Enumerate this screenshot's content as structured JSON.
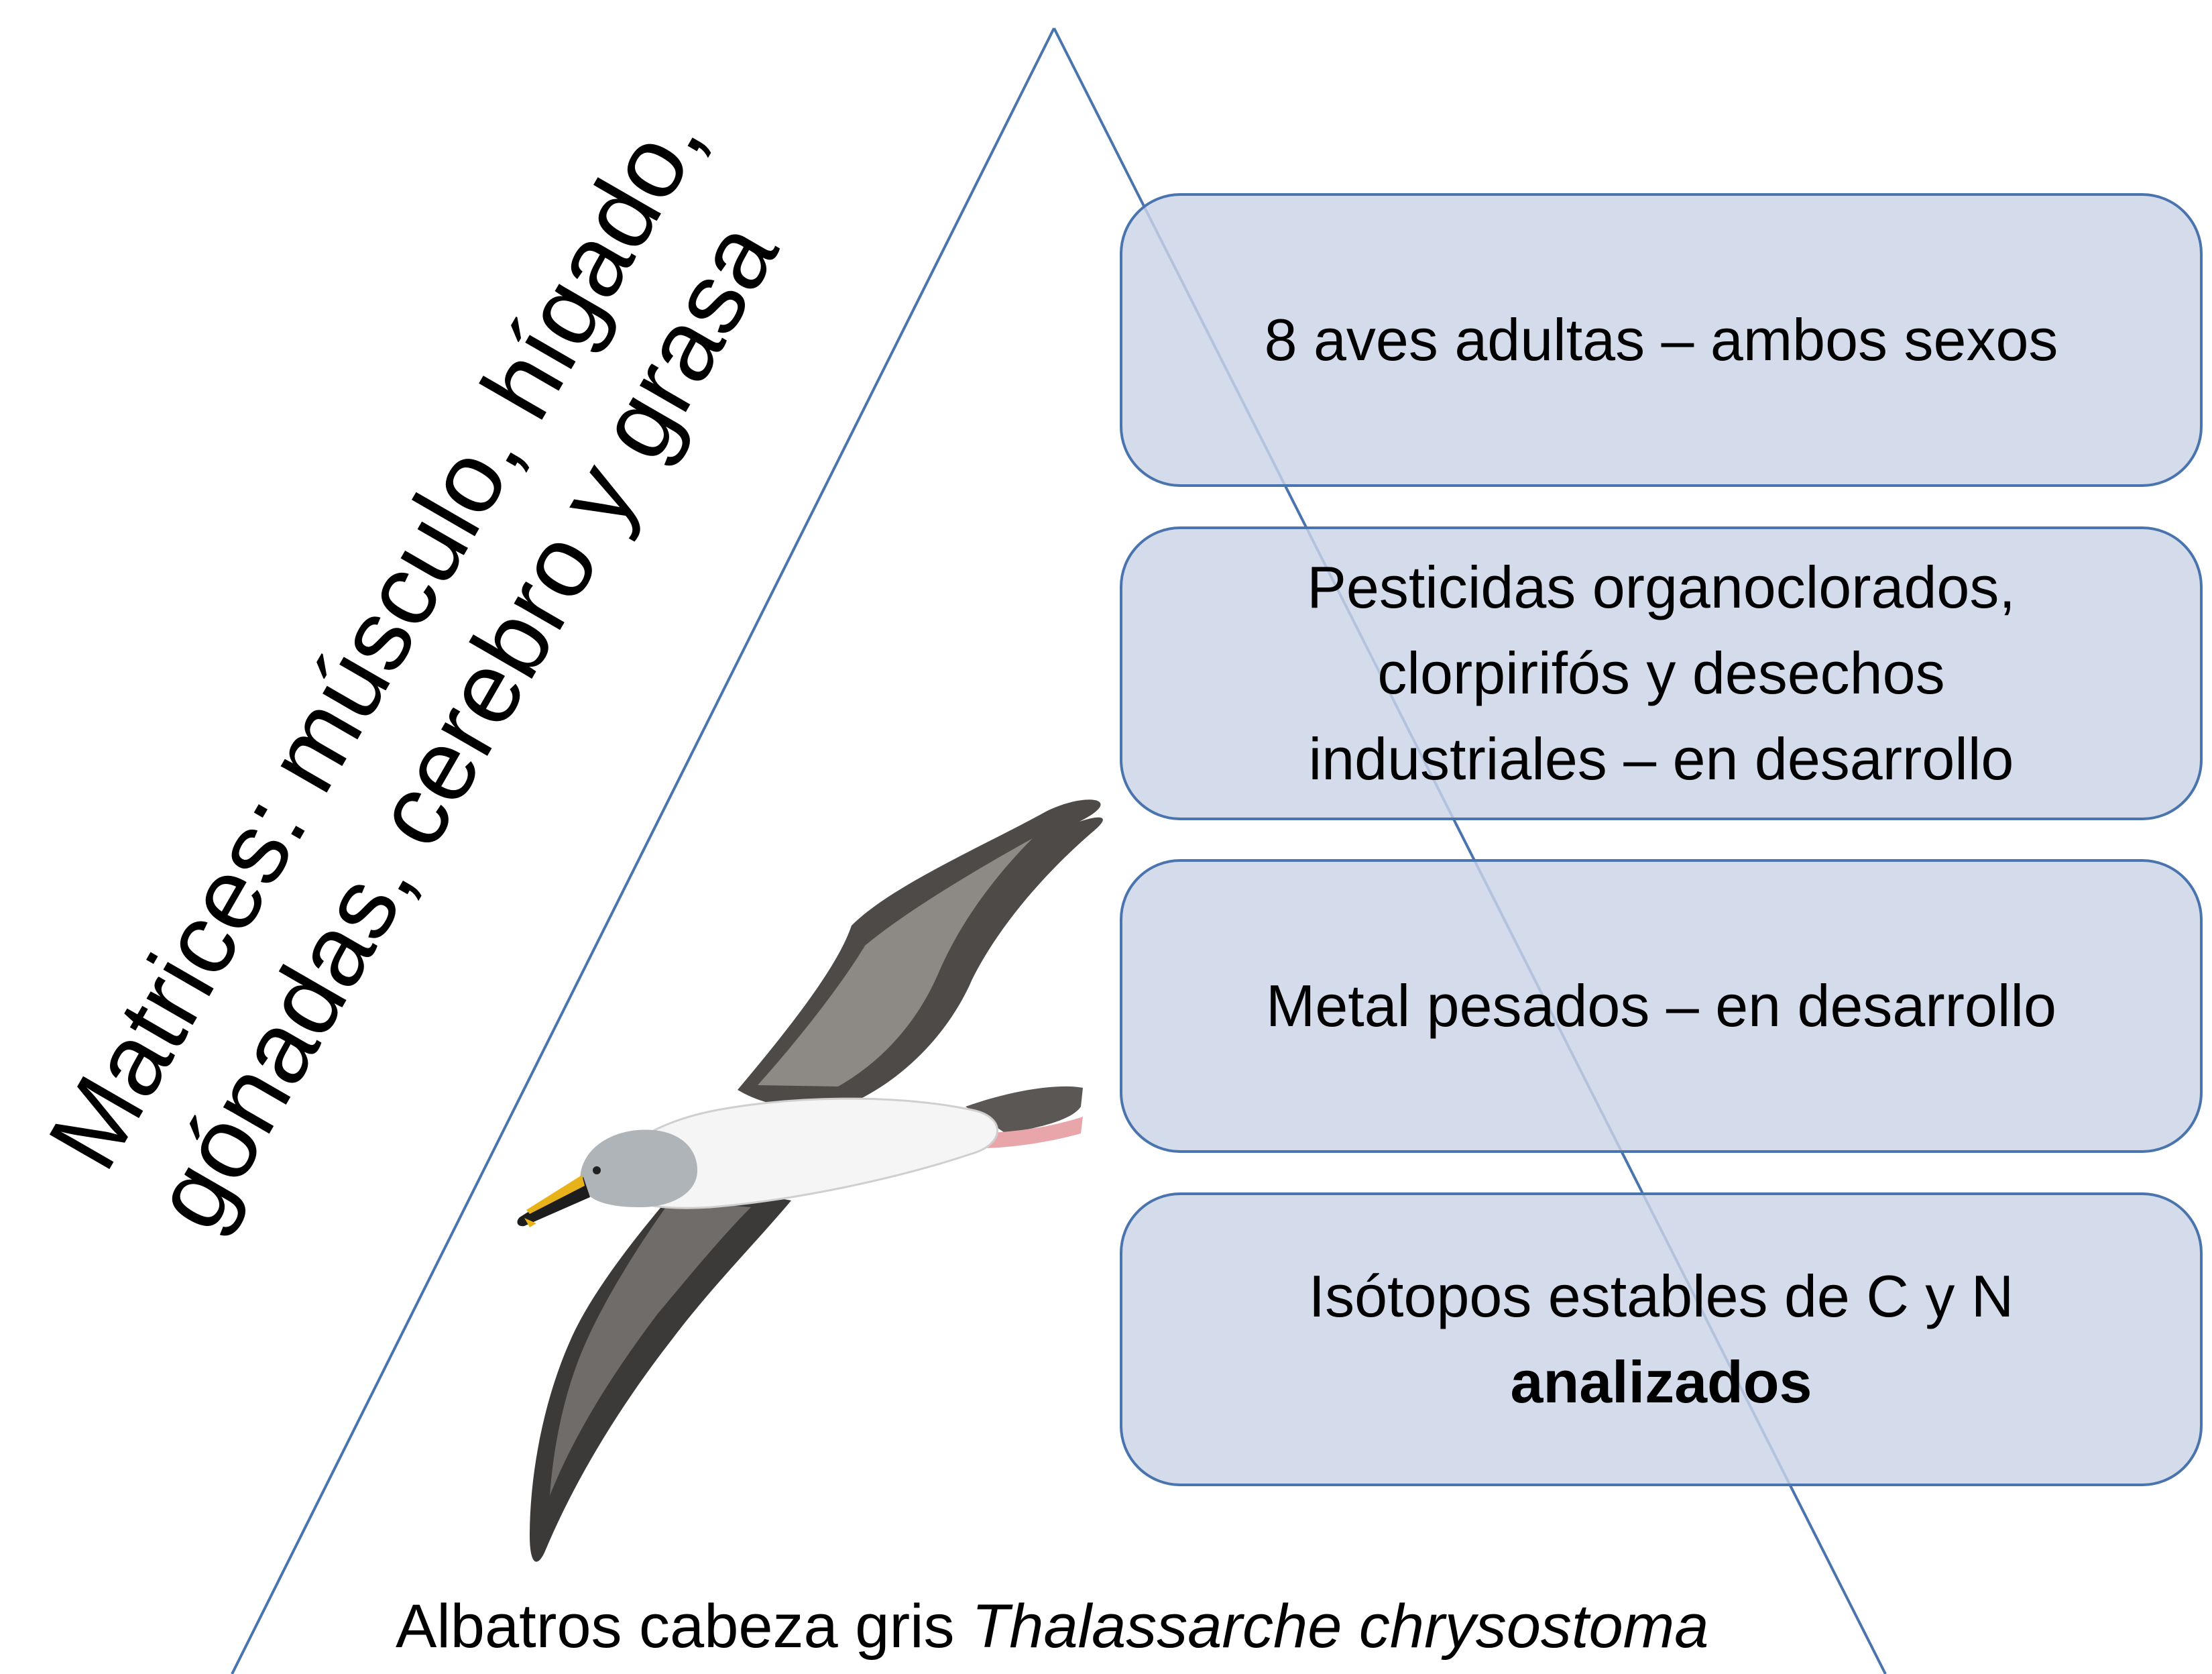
{
  "boxes": [
    {
      "lines": [
        "8 aves adultas – ambos sexos"
      ]
    },
    {
      "lines": [
        "Pesticidas organoclorados,",
        "clorpirifós y desechos",
        "industriales – en desarrollo"
      ]
    },
    {
      "lines": [
        "Metal pesados – en desarrollo"
      ]
    },
    {
      "lines": [
        "Isótopos estables de C y N"
      ],
      "bold_line": "analizados"
    }
  ],
  "matrices": {
    "line1": "Matrices: músculo, hígado,",
    "line2": "gónadas, cerebro y grasa"
  },
  "caption": {
    "common_name": "Albatros cabeza gris",
    "scientific_name": "Thalassarche chrysostoma"
  },
  "colors": {
    "triangle_line": "#4a74ae",
    "box_border": "#4a74ae",
    "box_fill": "#cad4e8"
  },
  "icons": {
    "bird": "albatross-illustration"
  }
}
